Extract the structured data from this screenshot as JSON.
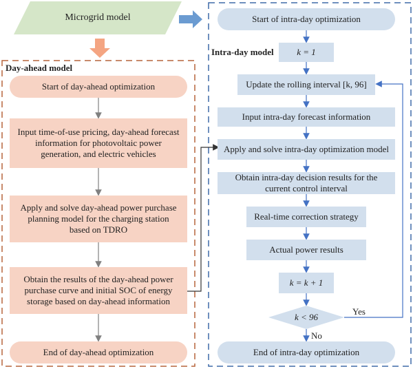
{
  "colors": {
    "microgrid_fill": "#d5e6c8",
    "day_ahead_fill": "#f7d3c4",
    "day_ahead_border": "#b5643a",
    "day_ahead_arrow": "#f4a582",
    "intra_day_fill": "#d2dfed",
    "intra_day_border": "#3e6aa8",
    "intra_day_arrow": "#6b9bd1",
    "connector_gray": "#808080",
    "connector_dark": "#333333",
    "connector_blue": "#4472c4"
  },
  "microgrid": {
    "label": "Microgrid model"
  },
  "day_ahead": {
    "title": "Day-ahead model",
    "start": "Start of day-ahead optimization",
    "step1": "Input time-of-use pricing, day-ahead forecast information for photovoltaic power generation, and electric vehicles",
    "step2": "Apply and solve day-ahead power purchase planning model for the charging station based on TDRO",
    "step3": "Obtain the results of the day-ahead power purchase curve and initial SOC of energy storage based on day-ahead information",
    "end": "End of day-ahead optimization"
  },
  "intra_day": {
    "title": "Intra-day model",
    "start": "Start of intra-day optimization",
    "init": "k = 1",
    "update": "Update the rolling interval [k, 96]",
    "input": "Input intra-day forecast information",
    "apply": "Apply and solve intra-day optimization model",
    "obtain": "Obtain intra-day decision results for the current control interval",
    "correction": "Real-time correction strategy",
    "actual": "Actual power results",
    "increment": "k = k + 1",
    "decision": "k < 96",
    "yes_label": "Yes",
    "no_label": "No",
    "end": "End of intra-day optimization"
  }
}
